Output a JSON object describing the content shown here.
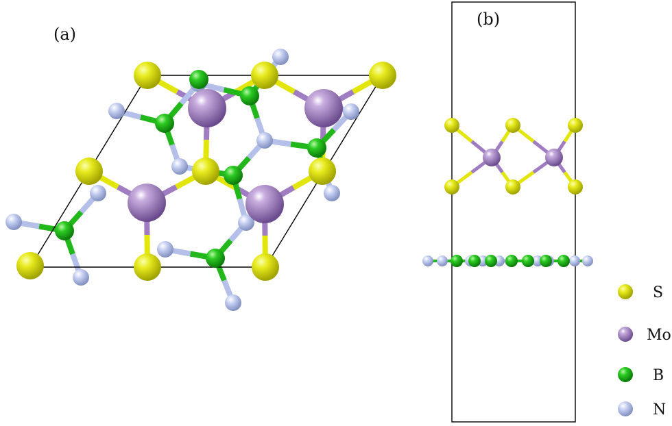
{
  "panels": {
    "a": {
      "label": "(a)"
    },
    "b": {
      "label": "(b)"
    }
  },
  "colors": {
    "S": "#e2e60a",
    "Mo": "#a07cc2",
    "B": "#22b81c",
    "N": "#b4c0ea"
  },
  "legend": [
    {
      "element": "S",
      "label": "S"
    },
    {
      "element": "Mo",
      "label": "Mo"
    },
    {
      "element": "B",
      "label": "B"
    },
    {
      "element": "N",
      "label": "N"
    }
  ]
}
